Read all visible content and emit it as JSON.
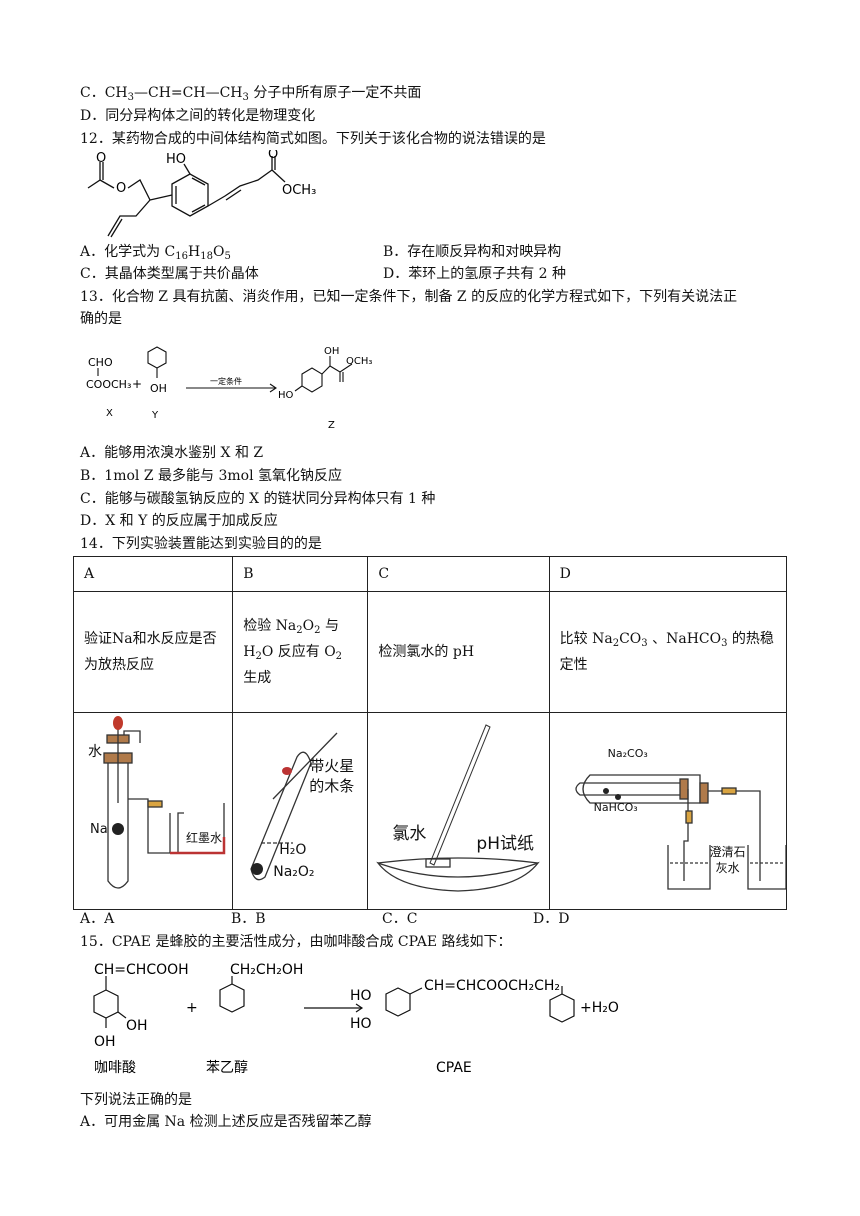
{
  "q11": {
    "optC_pre": "C．CH",
    "optC_s1": "3",
    "optC_mid": "—CH=CH—CH",
    "optC_s2": "3",
    "optC_post": " 分子中所有原子一定不共面",
    "optD": "D．同分异构体之间的转化是物理变化"
  },
  "q12": {
    "stem": "12．某药物合成的中间体结构简式如图。下列关于该化合物的说法错误的是",
    "struct_ho": "HO",
    "struct_o": "O",
    "struct_och3": "OCH₃",
    "optA_pre": "A．化学式为 C",
    "optA_s1": "16",
    "optA_h": "H",
    "optA_s2": "18",
    "optA_o": "O",
    "optA_s3": "5",
    "optB": "B．存在顺反异构和对映异构",
    "optC": "C．其晶体类型属于共价晶体",
    "optD": "D．苯环上的氢原子共有 2 种"
  },
  "q13": {
    "stem1": "13．化合物 Z 具有抗菌、消炎作用，已知一定条件下，制备 Z 的反应的化学方程式如下，下列有关说法正",
    "stem2": "确的是",
    "x_cho": "CHO",
    "x_cooch3": "COOCH₃",
    "plus": "+",
    "y_oh": "OH",
    "arrow_label": "一定条件",
    "z_oh": "OH",
    "z_och3": "OCH₃",
    "z_ho": "HO",
    "label_x": "X",
    "label_y": "Y",
    "label_z": "Z",
    "optA": "A．能够用浓溴水鉴别 X 和 Z",
    "optB": "B．1mol Z 最多能与 3mol 氢氧化钠反应",
    "optC": "C．能够与碳酸氢钠反应的 X 的链状同分异构体只有 1 种",
    "optD": "D．X 和 Y 的反应属于加成反应"
  },
  "q14": {
    "stem": "14．下列实验装置能达到实验目的的是",
    "headers": [
      "A",
      "B",
      "C",
      "D"
    ],
    "a_text": "验证Na和水反应是否为放热反应",
    "b_pre": "检验 Na",
    "b_s1": "2",
    "b_o": "O",
    "b_s2": "2",
    "b_mid": " 与 H",
    "b_s3": "2",
    "b_mid2": "O 反应有 O",
    "b_s4": "2",
    "b_post": " 生成",
    "c_text": "检测氯水的 pH",
    "d_pre": "比较 Na",
    "d_s1": "2",
    "d_co": "CO",
    "d_s2": "3",
    "d_mid": " 、NaHCO",
    "d_s3": "3",
    "d_post": " 的热稳定性",
    "fig_a_water": "水",
    "fig_a_na": "Na",
    "fig_a_ink": "红墨水",
    "fig_b_splint1": "带火星",
    "fig_b_splint2": "的木条",
    "fig_b_h2o": "H₂O",
    "fig_b_na2o2": "Na₂O₂",
    "fig_c_water": "氯水",
    "fig_c_paper": "pH试纸",
    "fig_d_na2co3": "Na₂CO₃",
    "fig_d_nahco3": "NaHCO₃",
    "fig_d_lime1": "澄清石",
    "fig_d_lime2": "灰水",
    "optA": "A．A",
    "optB": "B．B",
    "optC": "C．C",
    "optD": "D．D"
  },
  "q15": {
    "stem": "15．CPAE 是蜂胶的主要活性成分，由咖啡酸合成 CPAE 路线如下：",
    "caffeic_top": "CH=CHCOOH",
    "caffeic_oh1": "OH",
    "caffeic_oh2": "OH",
    "caffeic_name": "咖啡酸",
    "plus": "+",
    "phen_top": "CH₂CH₂OH",
    "phen_name": "苯乙醇",
    "cpae_ho1": "HO",
    "cpae_ho2": "HO",
    "cpae_chain": "CH=CHCOOCH₂CH₂",
    "cpae_h2o": "+H₂O",
    "cpae_name": "CPAE",
    "followup": "下列说法正确的是",
    "optA": "A．可用金属 Na 检测上述反应是否残留苯乙醇"
  }
}
